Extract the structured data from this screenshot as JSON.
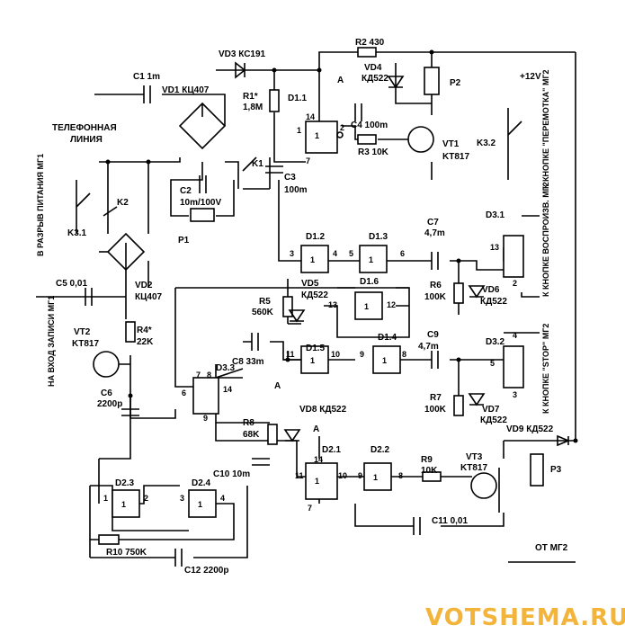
{
  "texts": {
    "c1": "C1 1m",
    "vd1": "VD1 КЦ407",
    "vd3": "VD3 КС191",
    "r2": "R2 430",
    "vd4": "VD4",
    "vd4t": "КД522",
    "p2": "P2",
    "plus12": "+12V",
    "r1": "R1*",
    "r1v": "1,8M",
    "d11": "D1.1",
    "a1": "A",
    "n14a": "14",
    "n1a": "1",
    "n2a": "2",
    "n7a": "7",
    "c4": "C4 100m",
    "r3": "R3 10K",
    "vt1": "VT1",
    "vt1t": "KT817",
    "k32": "K3.2",
    "btn_rew": "К КНОПКЕ \"ПЕРЕМОТКА\" МГ2",
    "tel1": "ТЕЛЕФОННАЯ",
    "tel2": "ЛИНИЯ",
    "k1": "K1",
    "c3": "C3",
    "c3v": "100m",
    "c2": "C2",
    "c2v": "10m/100V",
    "p1": "P1",
    "k2": "K2",
    "break_pwr": "В РАЗРЫВ ПИТАНИЯ МГ1",
    "k31": "K3.1",
    "d12": "D1.2",
    "d13": "D1.3",
    "n3": "3",
    "n4": "4",
    "n5": "5",
    "n6": "6",
    "c7": "C7",
    "c7v": "4,7m",
    "d31": "D3.1",
    "n13a": "13",
    "n2b": "2",
    "btn_play": "К КНОПКЕ ВОСПРОИЗВ. МГ2",
    "r6": "R6",
    "r6v": "100K",
    "vd6": "VD6",
    "vd6t": "КД522",
    "c5": "C5 0,01",
    "vd2": "VD2",
    "vd2t": "КЦ407",
    "vd5": "VD5",
    "vd5t": "КД522",
    "d16": "D1.6",
    "n13b": "13",
    "n12": "12",
    "r5": "R5",
    "r5v": "560K",
    "input_rec": "НА ВХОД ЗАПИСИ МГ1",
    "vt2": "VT2",
    "vt2t": "KT817",
    "r4": "R4*",
    "r4v": "22K",
    "c8": "C8 33m",
    "d15": "D1.5",
    "d14": "D1.4",
    "n11a": "11",
    "n10a": "10",
    "n9a": "9",
    "n8a": "8",
    "c9": "C9",
    "c9v": "4,7m",
    "d32": "D3.2",
    "n4b": "4",
    "n5b": "5",
    "n3b": "3",
    "btn_stop": "К КНОПКЕ \"STOP\" МГ2",
    "c6": "C6",
    "c6v": "2200p",
    "d33": "D3.3",
    "n7b": "7",
    "n8b": "8",
    "n14b": "14",
    "n6b": "6",
    "n9b": "9",
    "a2": "A",
    "r7": "R7",
    "r7v": "100K",
    "vd7": "VD7",
    "vd7t": "КД522",
    "r8": "R8",
    "r8v": "68K",
    "vd8": "VD8 КД522",
    "a3": "A",
    "d21": "D2.1",
    "n14c": "14",
    "vd9": "VD9 КД522",
    "vt3": "VT3",
    "vt3t": "KT817",
    "p3": "P3",
    "d23": "D2.3",
    "d24": "D2.4",
    "n1c": "1",
    "n2c": "2",
    "n3c": "3",
    "n4c": "4",
    "c10": "C10 10m",
    "n11b": "11",
    "n10b": "10",
    "n7c": "7",
    "d22": "D2.2",
    "n9b2": "9",
    "n8c": "8",
    "r9": "R9",
    "r9v": "10K",
    "c11": "C11 0,01",
    "r10": "R10 750K",
    "c12": "C12 2200p",
    "from_mg2": "ОТ МГ2",
    "watermark": "VOTSHEMA.RU",
    "gate1": "1",
    "gate2": "1",
    "gate3": "1",
    "gate4": "1",
    "gate5": "1",
    "gate6": "1",
    "gate7": "1",
    "gate8": "1",
    "gate9": "1",
    "gate10": "1"
  },
  "colors": {
    "ink": "#000000",
    "watermark": "#f2b43a"
  }
}
